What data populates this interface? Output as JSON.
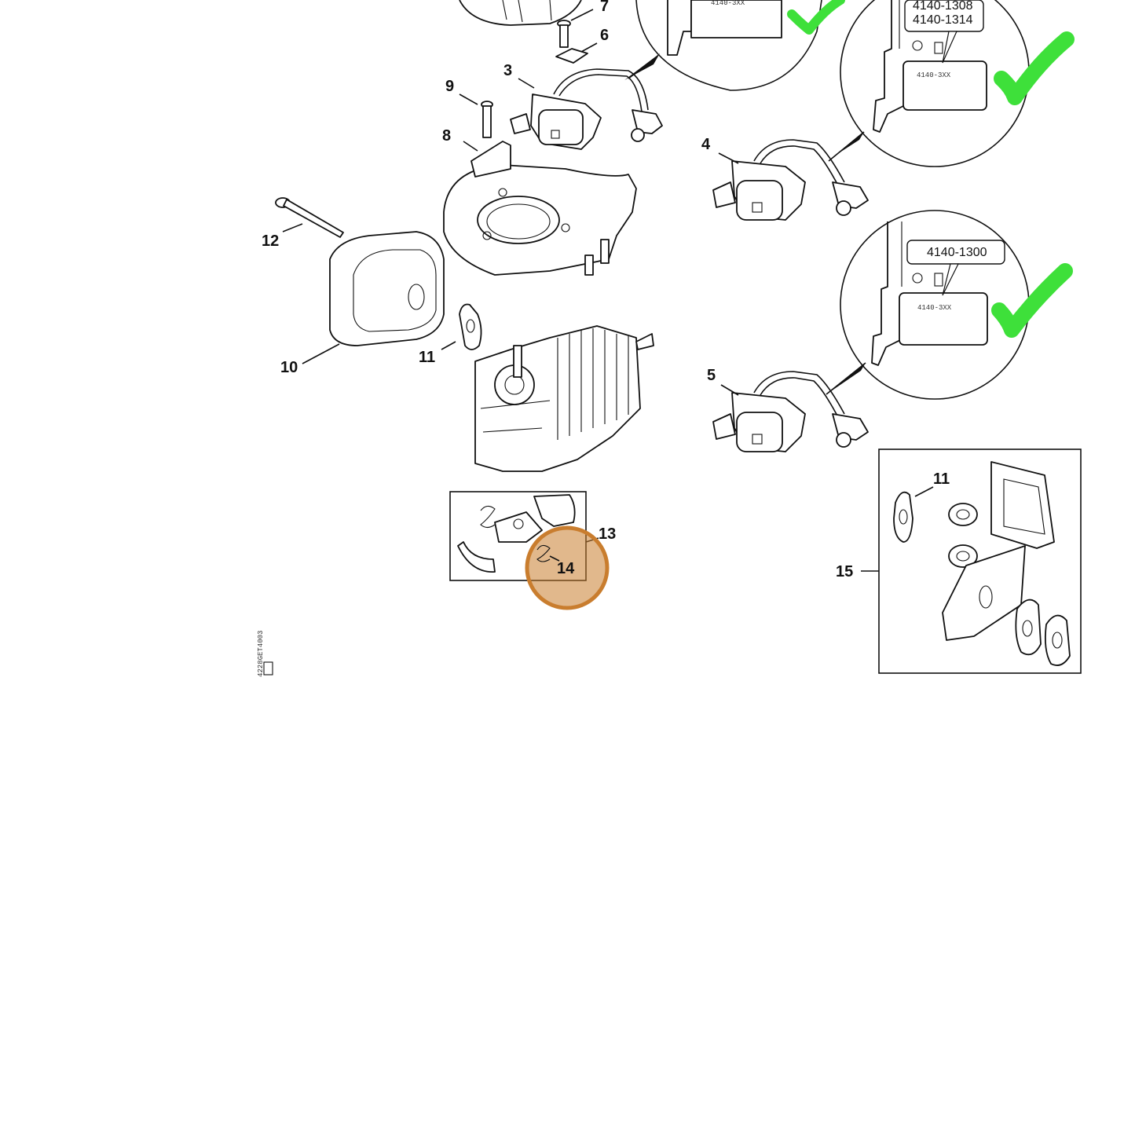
{
  "callouts": [
    "3",
    "4",
    "5",
    "6",
    "7",
    "8",
    "9",
    "10",
    "11",
    "12",
    "13",
    "14",
    "15"
  ],
  "detail_boxes": {
    "top_right": {
      "part_numbers": [
        "4140-1308",
        "4140-1314"
      ],
      "coil_marking": "4140-3XX"
    },
    "lower_right": {
      "part_numbers": [
        "4140-1300"
      ],
      "coil_marking": "4140-3XX"
    }
  },
  "gasket_kit_label": "11",
  "highlight": {
    "label": "14",
    "color": "#c97d2e"
  },
  "check_color": "#3ee03a",
  "vertical_id": "4228GET4003"
}
